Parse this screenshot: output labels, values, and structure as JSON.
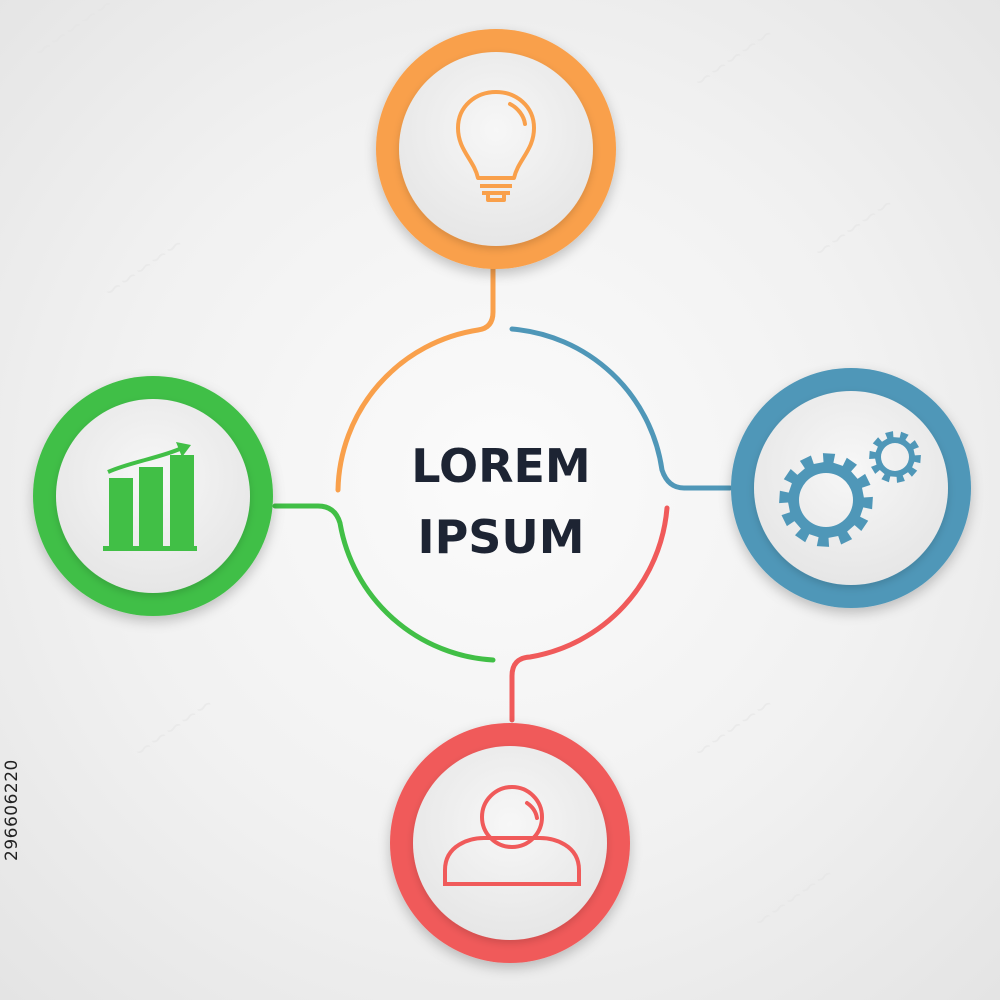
{
  "center": {
    "line1": "LOREM",
    "line2": "IPSUM"
  },
  "nodes": [
    {
      "name": "top",
      "icon": "lightbulb-icon",
      "color": "#f9a04b"
    },
    {
      "name": "right",
      "icon": "gears-icon",
      "color": "#4f97b8"
    },
    {
      "name": "bottom",
      "icon": "person-icon",
      "color": "#f05a5a"
    },
    {
      "name": "left",
      "icon": "bar-chart-icon",
      "color": "#41bf46"
    }
  ],
  "colors": {
    "text": "#1d2433",
    "inner_fill": "#eeeeee"
  },
  "stock_id": "296606220"
}
